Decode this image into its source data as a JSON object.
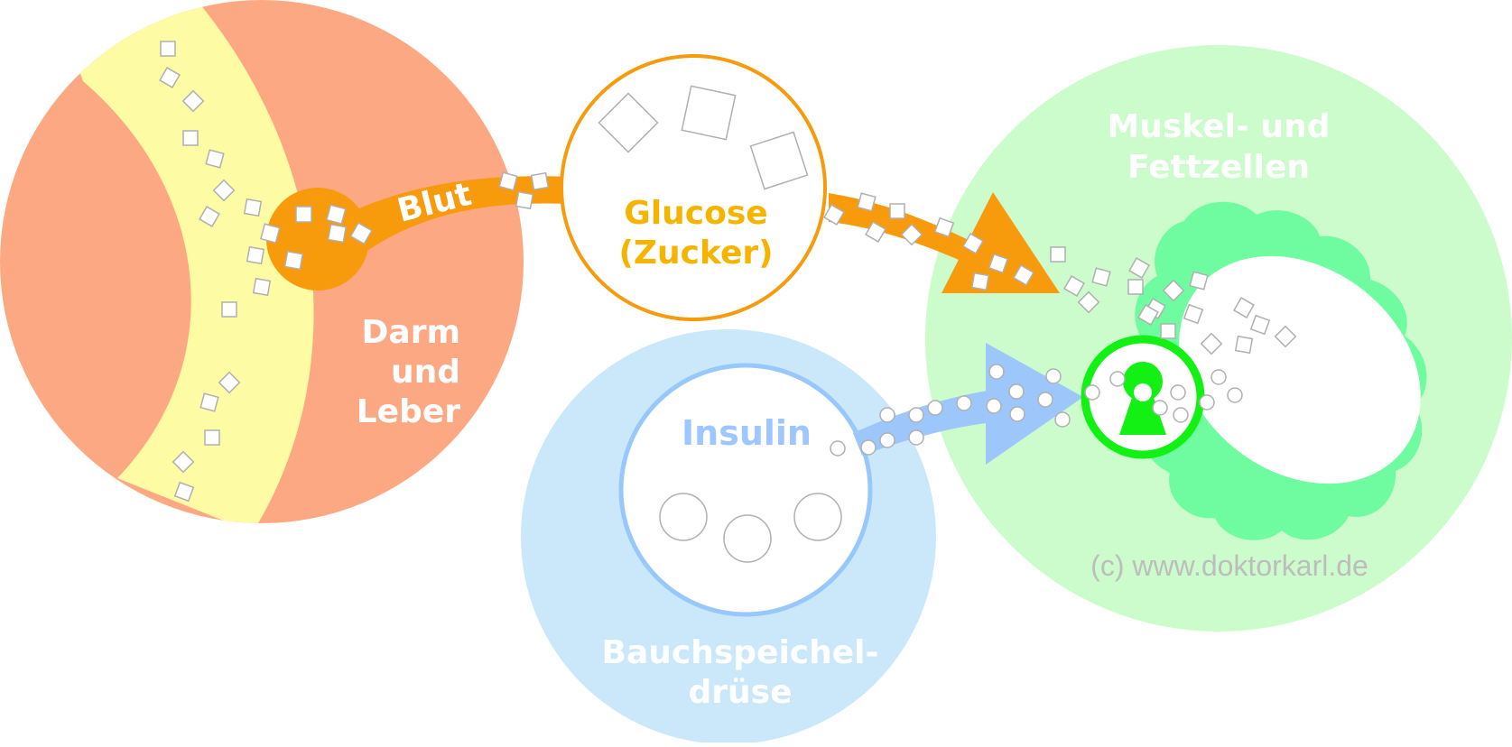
{
  "labels": {
    "blut": "Blut",
    "glucose_line1": "Glucose",
    "glucose_line2": "(Zucker)",
    "darm_line1": "Darm",
    "darm_line2": "und",
    "darm_line3": "Leber",
    "muskel_line1": "Muskel- und",
    "muskel_line2": "Fettzellen",
    "insulin": "Insulin",
    "pancreas_line1": "Bauchspeichel-",
    "pancreas_line2": "drüse",
    "copyright": "(c) www.doktorkarl.de"
  },
  "colors": {
    "gut": "#fca983",
    "gut_inner": "#fdfba3",
    "blood": "#f79a0c",
    "glucose_ring": "#f79a0c",
    "glucose_text": "#f5b400",
    "cells_bg": "#ccfbcc",
    "cell": "#6ffb9f",
    "receptor": "#13f013",
    "pancreas_bg": "#cbe8fb",
    "pancreas_ring": "#98c7fb",
    "insulin_arrow": "#9dc6fb"
  },
  "icons": [
    "keyhole-icon",
    "sugar-cube-icon",
    "insulin-molecule-icon"
  ]
}
